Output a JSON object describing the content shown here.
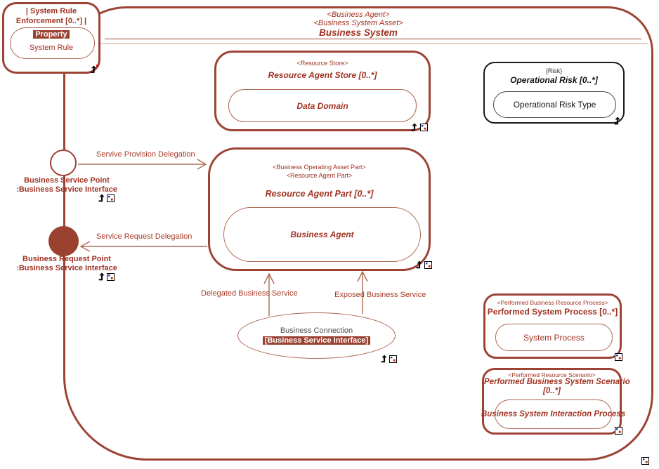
{
  "colors": {
    "maroon_border": "#9C4334",
    "maroon_text": "#A13222",
    "maroon_light_border": "#AD6A54",
    "connector_label_red": "#A83A28",
    "highlight_background": "#9A4130",
    "risk_border_black": "#1B1B1B",
    "connection_gray_text": "#4D4D4D"
  },
  "business_system": {
    "stereotype1": "<Business Agent>",
    "stereotype2": "<Business System Asset>",
    "title": "Business System"
  },
  "system_rule_enforcement": {
    "title_line1": "| System Rule",
    "title_line2": "Enforcement [0..*] |",
    "selected_property": "Property",
    "inner_label": "System Rule"
  },
  "resource_agent_store": {
    "stereotype": "<Resource Store>",
    "title": "Resource Agent Store [0..*]",
    "inner_label": "Data Domain"
  },
  "operational_risk": {
    "stereotype": "{Risk}",
    "title": "Operational Risk [0..*]",
    "inner_label": "Operational Risk Type"
  },
  "resource_agent_part": {
    "stereotype1": "<Business Operating Asset Part>",
    "stereotype2": "<Resource Agent Part>",
    "title": "Resource Agent Part [0..*]",
    "inner_label": "Business Agent"
  },
  "business_service_point": {
    "line1": "Business Service Point",
    "line2": ":Business Service Interface"
  },
  "business_request_point": {
    "line1": "Business Request Point",
    "line2": ":Business Service Interface"
  },
  "business_connection": {
    "line1": "Business Connection",
    "line2": "[Business Service Interface]"
  },
  "performed_system_process": {
    "stereotype": "<Performed Business Resource Process>",
    "title": "Performed System Process [0..*]",
    "inner_label": "System Process"
  },
  "performed_business_system_scenario": {
    "stereotype": "<Performed Resource Scenario>",
    "title_line1": "Performed Business System Scenario",
    "title_line2": "[0..*]",
    "inner_label": "Business System Interaction Process"
  },
  "connectors": {
    "provision_label": "Servive Provision Delegation",
    "request_label": "Service Request Delegation",
    "delegated_label": "Delegated Business Service",
    "exposed_label": "Exposed Business Service"
  },
  "icons": {
    "structure_arrow": "black bent up-arrow glyph",
    "feature_square": "small white square with blue and red dots"
  }
}
